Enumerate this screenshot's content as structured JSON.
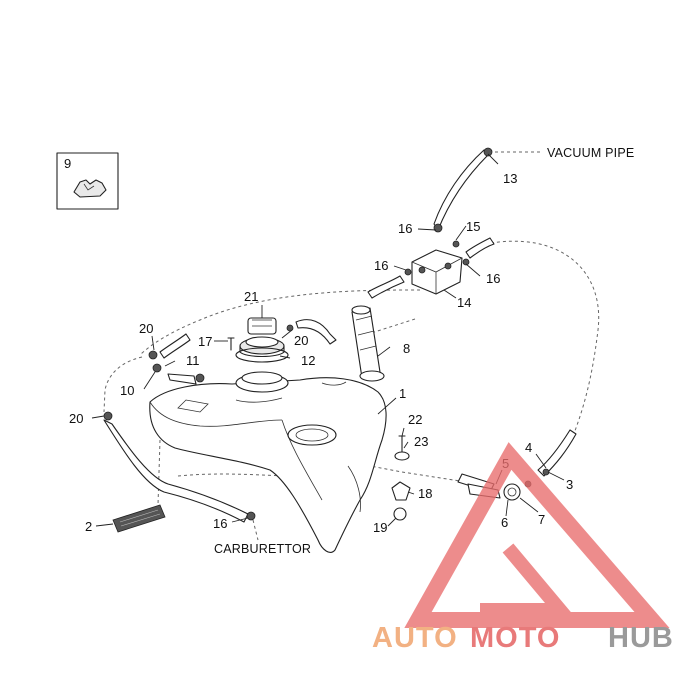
{
  "diagram": {
    "text_labels": {
      "vacuum_pipe": "VACUUM PIPE",
      "carburettor": "CARBURETTOR"
    },
    "part_numbers": {
      "p1": "1",
      "p2": "2",
      "p3": "3",
      "p4": "4",
      "p5": "5",
      "p6": "6",
      "p7": "7",
      "p8": "8",
      "p9": "9",
      "p10": "10",
      "p11": "11",
      "p12": "12",
      "p13": "13",
      "p14": "14",
      "p15": "15",
      "p16a": "16",
      "p16b": "16",
      "p16c": "16",
      "p16d": "16",
      "p17": "17",
      "p18": "18",
      "p19": "19",
      "p20a": "20",
      "p20b": "20",
      "p20c": "20",
      "p21": "21",
      "p22": "22",
      "p23": "23"
    }
  },
  "watermark": {
    "auto": "AUTO",
    "moto": "MOTO",
    "hub": "HUB",
    "colors": {
      "auto": "#f2b183",
      "moto": "#e87a7a",
      "hub": "#9a9a9a",
      "triangle": "#e86c6c"
    }
  }
}
